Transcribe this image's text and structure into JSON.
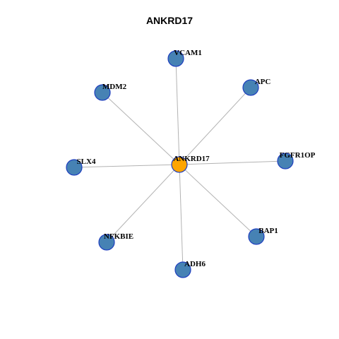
{
  "title": "ANKRD17",
  "colors": {
    "hub": "#FFA500",
    "leaf": "#4682B4",
    "border": "#1F3FBF",
    "edge": "#B3B3B3"
  },
  "network": {
    "hub": "ANKRD17",
    "nodes": [
      "ANKRD17",
      "VCAM1",
      "APC",
      "MDM2",
      "SLX4",
      "FGFR1OP",
      "NFKBIE",
      "BAP1",
      "ADH6"
    ],
    "edges": [
      [
        "ANKRD17",
        "VCAM1"
      ],
      [
        "ANKRD17",
        "APC"
      ],
      [
        "ANKRD17",
        "MDM2"
      ],
      [
        "ANKRD17",
        "SLX4"
      ],
      [
        "ANKRD17",
        "FGFR1OP"
      ],
      [
        "ANKRD17",
        "NFKBIE"
      ],
      [
        "ANKRD17",
        "BAP1"
      ],
      [
        "ANKRD17",
        "ADH6"
      ]
    ]
  }
}
